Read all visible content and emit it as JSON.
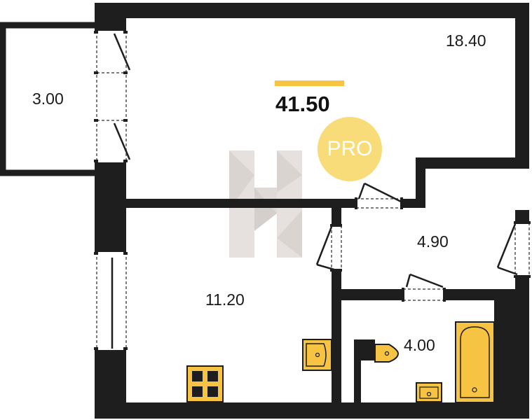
{
  "colors": {
    "wall": "#1e1e1e",
    "accent": "#f6c343",
    "fixture_fill": "#f6c343",
    "badge_fill": "#f9dc7a",
    "watermark": "#c9bfbb"
  },
  "plan": {
    "total_area": "41.50",
    "badge_text": "PRO",
    "rooms": {
      "main_room": "18.40",
      "balcony": "3.00",
      "kitchen": "11.20",
      "hallway": "4.90",
      "bathroom": "4.00"
    },
    "icons": [
      "stove-icon",
      "sink-icon",
      "toilet-icon",
      "bathtub-icon",
      "washbasin-icon",
      "logo-h-icon"
    ]
  }
}
